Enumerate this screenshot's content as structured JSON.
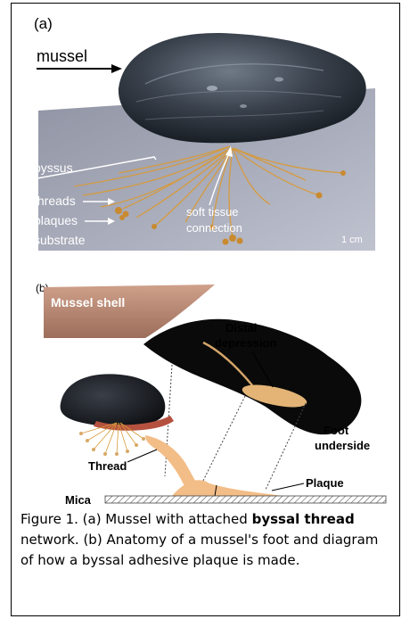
{
  "panel_a": {
    "label": "(a)",
    "mussel": "mussel",
    "byssus": "byssus",
    "threads": "threads",
    "plaques": "plaques",
    "substrate": "substrate",
    "soft_tissue_line1": "soft tissue",
    "soft_tissue_line2": "connection",
    "scale": "1 cm"
  },
  "panel_b": {
    "label": "(b)",
    "mussel_shell": "Mussel shell",
    "distal_line1": "Distal",
    "distal_line2": "depression",
    "foot_line1": "Foot",
    "foot_line2": "underside",
    "thread": "Thread",
    "plaque": "Plaque",
    "mica": "Mica"
  },
  "caption": {
    "part1": "Figure 1. (a) Mussel with attached ",
    "bold": "byssal thread",
    "part2": " network. (b) Anatomy of a mussel's foot and diagram of how a byssal adhesive plaque is made."
  },
  "colors": {
    "thread": "#d89a3a",
    "shell_pink": "#b58772",
    "plaque": "#f3bd87",
    "foot": "#0a0a0a"
  }
}
